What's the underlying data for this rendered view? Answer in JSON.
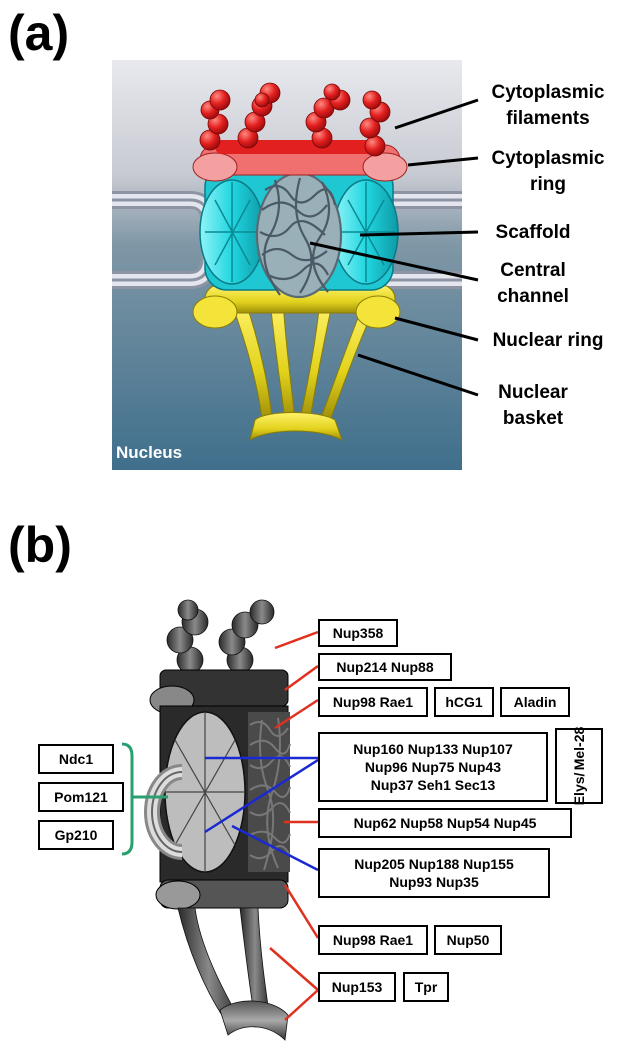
{
  "panel_a": {
    "label": "(a)",
    "nucleus_label": "Nucleus",
    "labels": {
      "cyto_filaments": [
        "Cytoplasmic",
        "filaments"
      ],
      "cyto_ring": [
        "Cytoplasmic",
        "ring"
      ],
      "scaffold": "Scaffold",
      "central_channel": [
        "Central",
        "channel"
      ],
      "nuclear_ring": "Nuclear ring",
      "nuclear_basket": [
        "Nuclear",
        "basket"
      ]
    },
    "colors": {
      "filaments": "#e02020",
      "cyto_ring": "#f08080",
      "scaffold": "#22d8e0",
      "nuclear": "#e8d820",
      "nucleus_bg": "#4a7a94",
      "membrane": "#c9ccd4"
    }
  },
  "panel_b": {
    "label": "(b)",
    "boxes": {
      "nup358": "Nup358",
      "nup214": "Nup214 Nup88",
      "nup98_rae1_top": "Nup98 Rae1",
      "hcg1": "hCG1",
      "aladin": "Aladin",
      "y_complex": [
        "Nup160 Nup133 Nup107",
        "Nup96 Nup75 Nup43",
        "Nup37 Seh1 Sec13"
      ],
      "elys": [
        "Elys/",
        "Mel-28"
      ],
      "nup62": "Nup62 Nup58 Nup54 Nup45",
      "nup205": [
        "Nup205 Nup188 Nup155",
        "Nup93 Nup35"
      ],
      "nup98_rae1_bottom": "Nup98 Rae1",
      "nup50": "Nup50",
      "nup153": "Nup153",
      "tpr": "Tpr",
      "ndc1": "Ndc1",
      "pom121": "Pom121",
      "gp210": "Gp210"
    },
    "colors": {
      "red_line": "#e0301e",
      "blue_line": "#1a2ad0",
      "green_bracket": "#2aa070"
    }
  }
}
